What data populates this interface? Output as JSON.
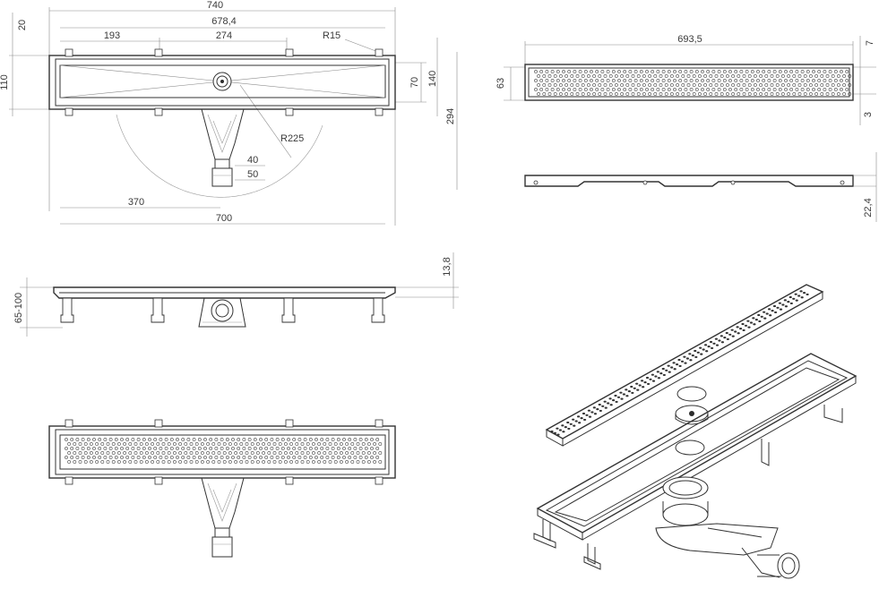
{
  "dimensions": {
    "top_view": {
      "overall_width": "740",
      "inner_width": "678,4",
      "left_offset": "193",
      "center_span": "274",
      "corner_radius": "R15",
      "flange_height": "20",
      "body_height_left": "110",
      "inner_height": "70",
      "outer_height": "140",
      "total_depth": "294",
      "swing_radius": "R225",
      "outlet_inner": "40",
      "outlet_outer": "50",
      "outlet_position": "370",
      "channel_length": "700"
    },
    "grate_view": {
      "grate_length": "693,5",
      "grate_side_height": "7",
      "grate_width": "63",
      "grate_gap": "3",
      "profile_height": "22,4"
    },
    "side_view": {
      "flange_thickness": "13,8",
      "adjustable_height": "65-100"
    }
  }
}
